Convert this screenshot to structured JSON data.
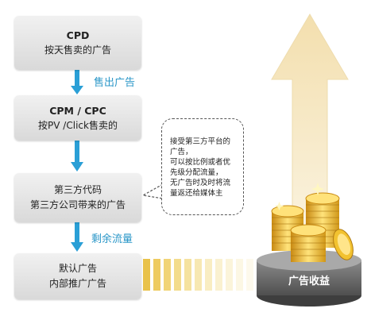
{
  "flow": {
    "boxes": [
      {
        "title": "CPD",
        "body": "按天售卖的广告"
      },
      {
        "title": "CPM / CPC",
        "body": "按PV /Click售卖的"
      },
      {
        "line1": "第三方代码",
        "line2": "第三方公司带来的广告"
      },
      {
        "line1": "默认广告",
        "line2": "内部推广广告"
      }
    ],
    "connectors": {
      "after_first": "售出广告",
      "after_third": "剩余流量"
    }
  },
  "callout": {
    "lines": [
      "接受第三方平台的",
      "广告，",
      "可以按比例或者优",
      "先级分配流量，",
      "无广告时及时将流",
      "量返还给媒体主"
    ]
  },
  "revenue": {
    "label": "广告收益"
  },
  "colors": {
    "connector_blue": "#2a9fd6",
    "arrow_cream": "#f6e8c4",
    "coin_gold": "#f2c230",
    "label_blue": "#2b97c8"
  }
}
